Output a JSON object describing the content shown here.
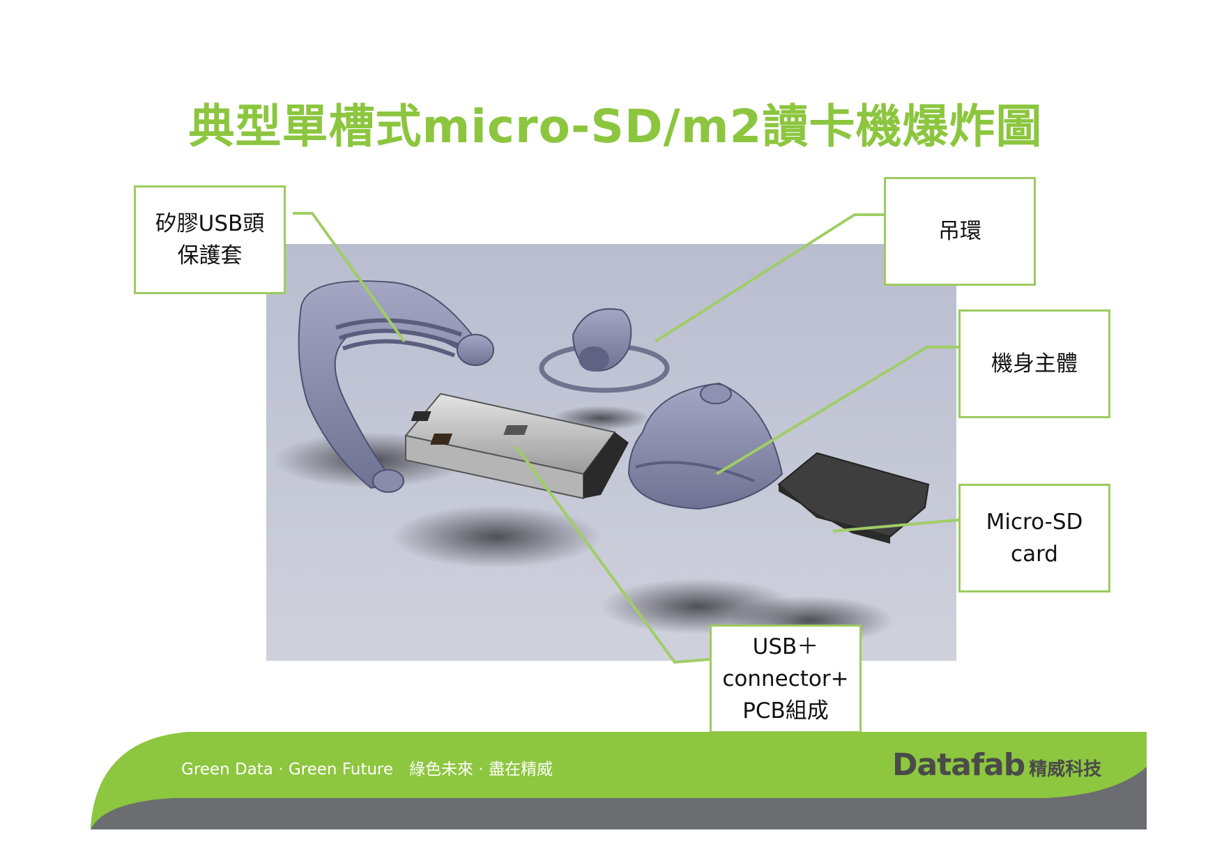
{
  "slide": {
    "title": "典型單槽式micro-SD/m2讀卡機爆炸圖"
  },
  "callouts": {
    "usb_cover": {
      "line1": "矽膠USB頭",
      "line2": "保護套"
    },
    "lanyard_ring": {
      "line1": "吊環"
    },
    "body": {
      "line1": "機身主體"
    },
    "micro_sd": {
      "line1": "Micro-SD",
      "line2": "card"
    },
    "usb_assembly": {
      "line1": "USB＋",
      "line2": "connector+",
      "line3": "PCB組成"
    }
  },
  "footer": {
    "slogan": "Green Data · Green Future　綠色未來 · 盡在精威",
    "logo_text": "Datafab",
    "logo_cn": "精威科技"
  },
  "colors": {
    "accent_green": "#8cc63f",
    "footer_green": "#8dc63f",
    "footer_gray": "#6b6d70",
    "part_fill": "#8e91b2",
    "callout_border": "#9ccb5e"
  }
}
